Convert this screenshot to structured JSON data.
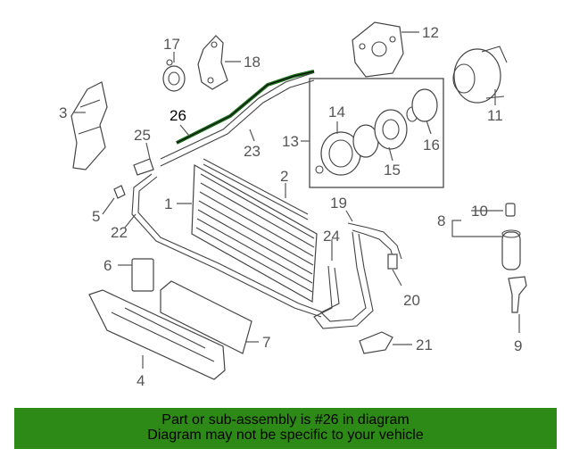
{
  "diagram": {
    "callouts": [
      "17",
      "18",
      "12",
      "11",
      "3",
      "26",
      "14",
      "25",
      "13",
      "23",
      "16",
      "15",
      "2",
      "1",
      "5",
      "19",
      "10",
      "8",
      "22",
      "24",
      "6",
      "20",
      "7",
      "21",
      "9",
      "4"
    ],
    "highlighted_part": "26"
  },
  "banner": {
    "line1": "Part or sub-assembly is #26 in diagram",
    "line2": "Diagram may not be specific to your vehicle",
    "color": "#2d8a17"
  }
}
